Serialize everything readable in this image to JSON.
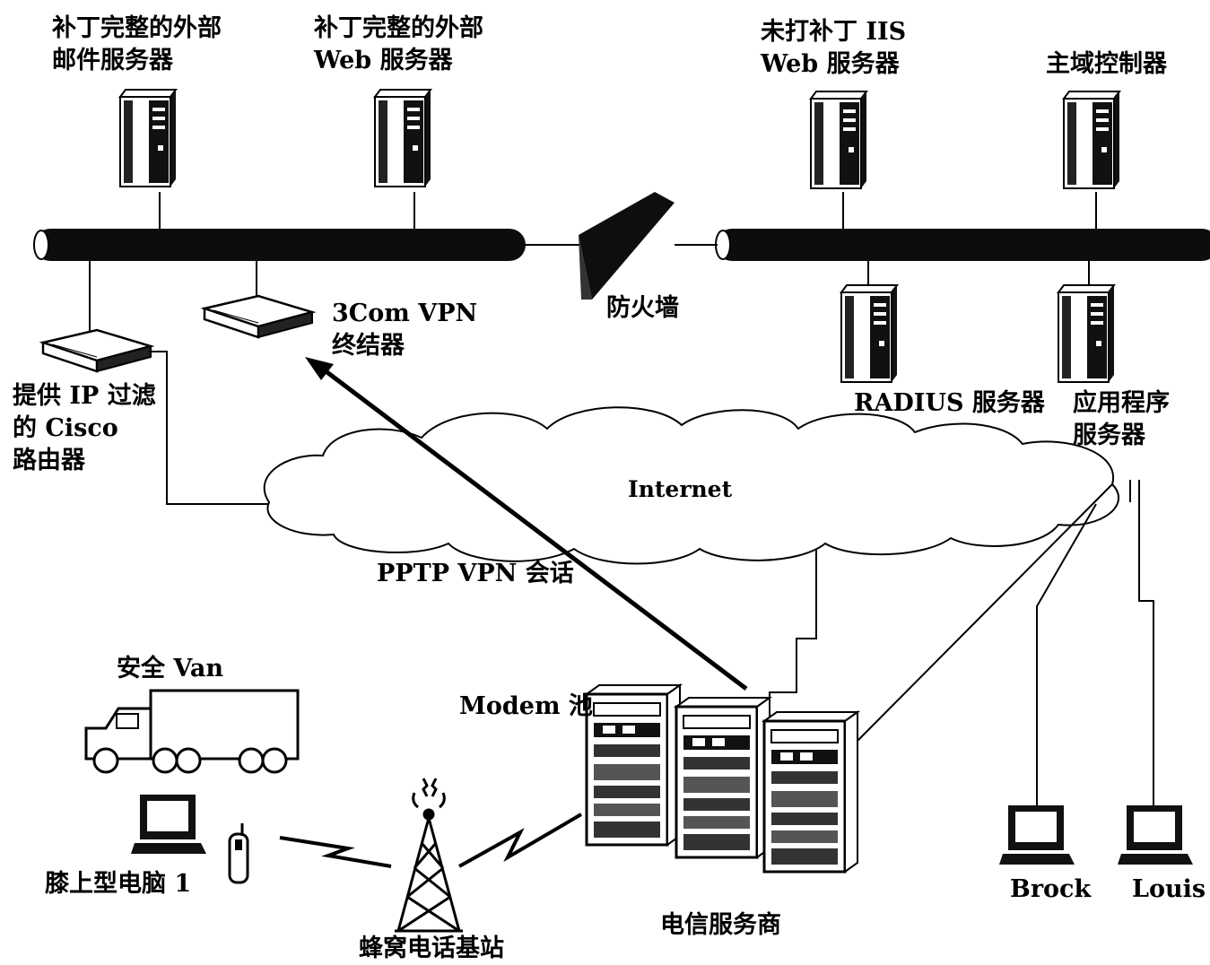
{
  "labels": {
    "mail_server": [
      "补丁完整的外部",
      "邮件服务器"
    ],
    "web_server": [
      "补丁完整的外部",
      "Web 服务器"
    ],
    "iis_server": [
      "未打补丁 IIS",
      "Web 服务器"
    ],
    "domain_controller": "主域控制器",
    "vpn_concentrator": [
      "3Com VPN",
      "终结器"
    ],
    "firewall": "防火墙",
    "cisco_router": [
      "提供 IP 过滤",
      "的 Cisco",
      "路由器"
    ],
    "radius_server": "RADIUS 服务器",
    "app_server": [
      "应用程序",
      "服务器"
    ],
    "internet": "Internet",
    "pptp_session": "PPTP VPN 会话",
    "van": "安全 Van",
    "modem_pool": "Modem 池",
    "laptop1": "膝上型电脑 1",
    "brock": "Brock",
    "louis": "Louis",
    "telecom": "电信服务商",
    "cell_tower": "蜂窝电话基站"
  }
}
